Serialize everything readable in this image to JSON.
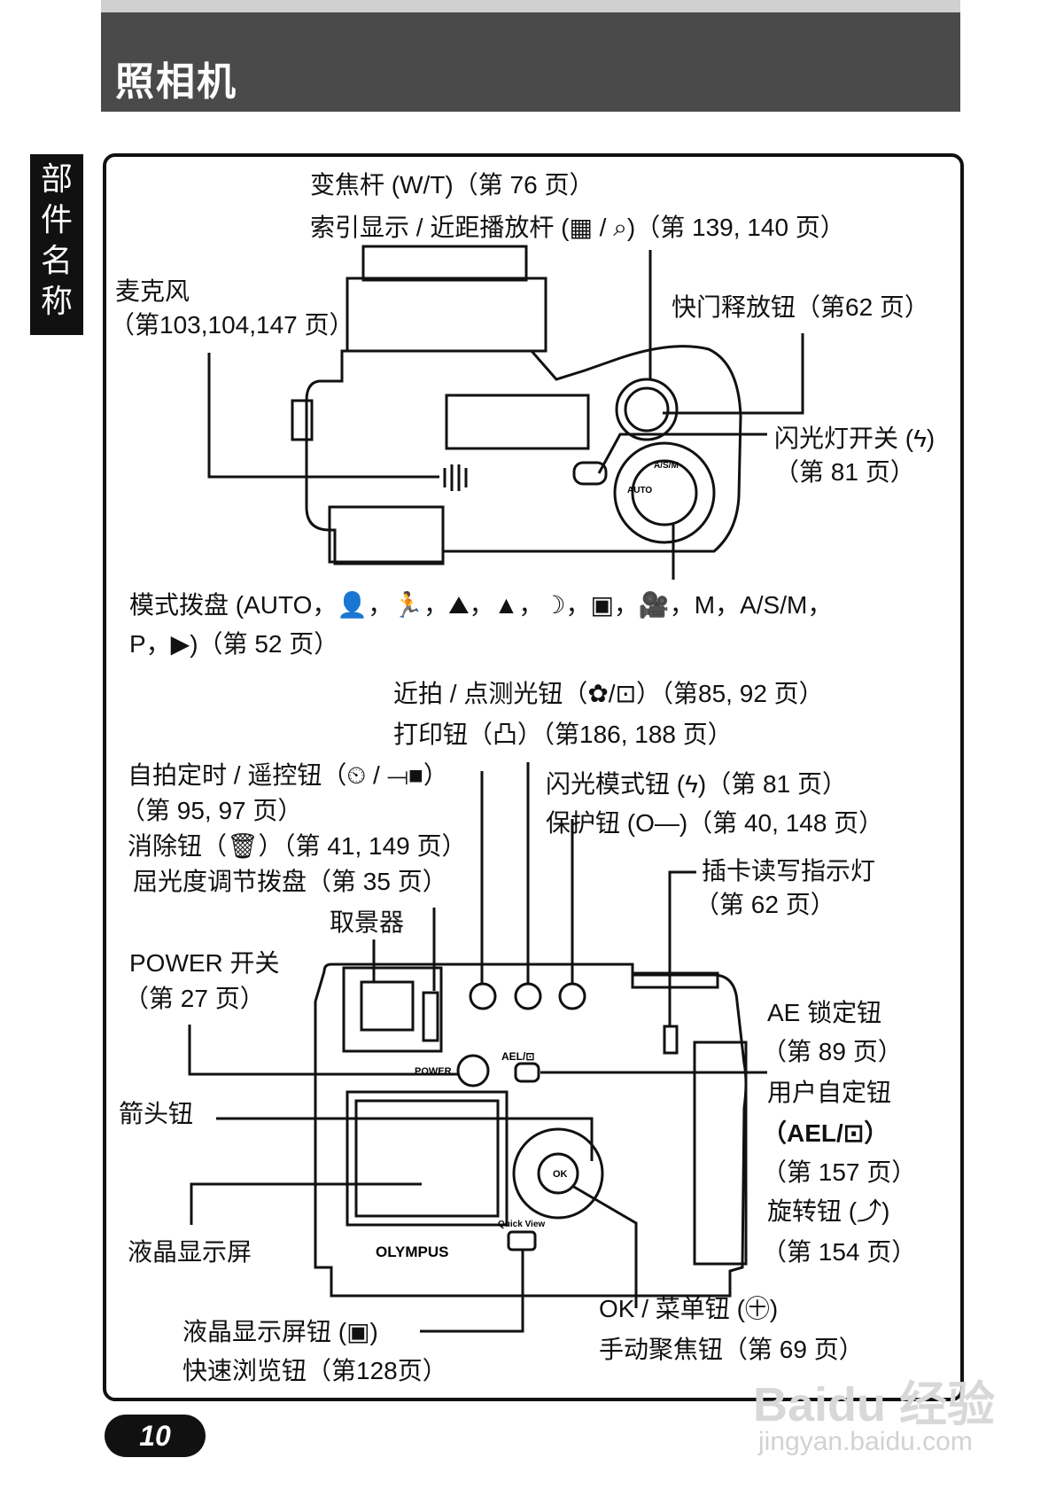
{
  "header": {
    "title": "照相机"
  },
  "side_tab": {
    "chars": [
      "部",
      "件",
      "名",
      "称"
    ]
  },
  "top_labels": {
    "zoom_lever": "变焦杆 (W/T)（第 76 页）",
    "index_lever": "索引显示 / 近距播放杆 (▦ / ⌕)（第 139, 140 页）",
    "microphone": "麦克风",
    "microphone_pages": "（第103,104,147 页）",
    "shutter": "快门释放钮（第62 页）",
    "flash_switch": "闪光灯开关 (ϟ)",
    "flash_switch_pages": "（第 81 页）",
    "mode_dial": "模式拨盘 (AUTO，👤，🏃，⛰，▲，☽，▣，🎥，M，A/S/M，",
    "mode_dial_2": "P，▶)（第 52 页）"
  },
  "back_labels": {
    "macro_spot": "近拍 / 点测光钮（✿/⊡）（第85, 92 页）",
    "print": "打印钮（凸）（第186, 188 页）",
    "self_timer": "自拍定时 / 遥控钮（⏲ / ⟞■）",
    "self_timer_pages": "（第 95, 97 页）",
    "erase": "消除钮（🗑）（第 41, 149 页）",
    "diopter": "屈光度调节拨盘（第 35 页）",
    "viewfinder": "取景器",
    "flash_mode": "闪光模式钮 (ϟ)（第 81 页）",
    "protect": "保护钮 (O—)（第 40, 148 页）",
    "card_lamp": "插卡读写指示灯",
    "card_lamp_pages": "（第 62 页）",
    "power_switch": "POWER 开关",
    "power_pages": "（第 27 页）",
    "ae_lock": "AE 锁定钮",
    "ae_lock_pages": "（第 89 页）",
    "custom": "用户自定钮",
    "custom_sym": "（AEL/⊡）",
    "custom_pages": "（第 157 页）",
    "rotate": "旋转钮 (⤴)",
    "rotate_pages": "（第 154 页）",
    "arrow": "箭头钮",
    "lcd": "液晶显示屏",
    "lcd_button": "液晶显示屏钮 (▣)",
    "quick_view": "快速浏览钮（第128页）",
    "ok_menu": "OK / 菜单钮 (㊉)",
    "manual_focus": "手动聚焦钮（第 69 页）"
  },
  "camera_text": {
    "power": "POWER",
    "ael": "AEL/⊡",
    "ok": "OK",
    "quick_view": "Quick View",
    "brand": "OLYMPUS",
    "auto": "AUTO",
    "asm": "A/S/M"
  },
  "footer": {
    "page_number": "10",
    "watermark": "Baidu 经验",
    "watermark_url": "jingyan.baidu.com"
  }
}
